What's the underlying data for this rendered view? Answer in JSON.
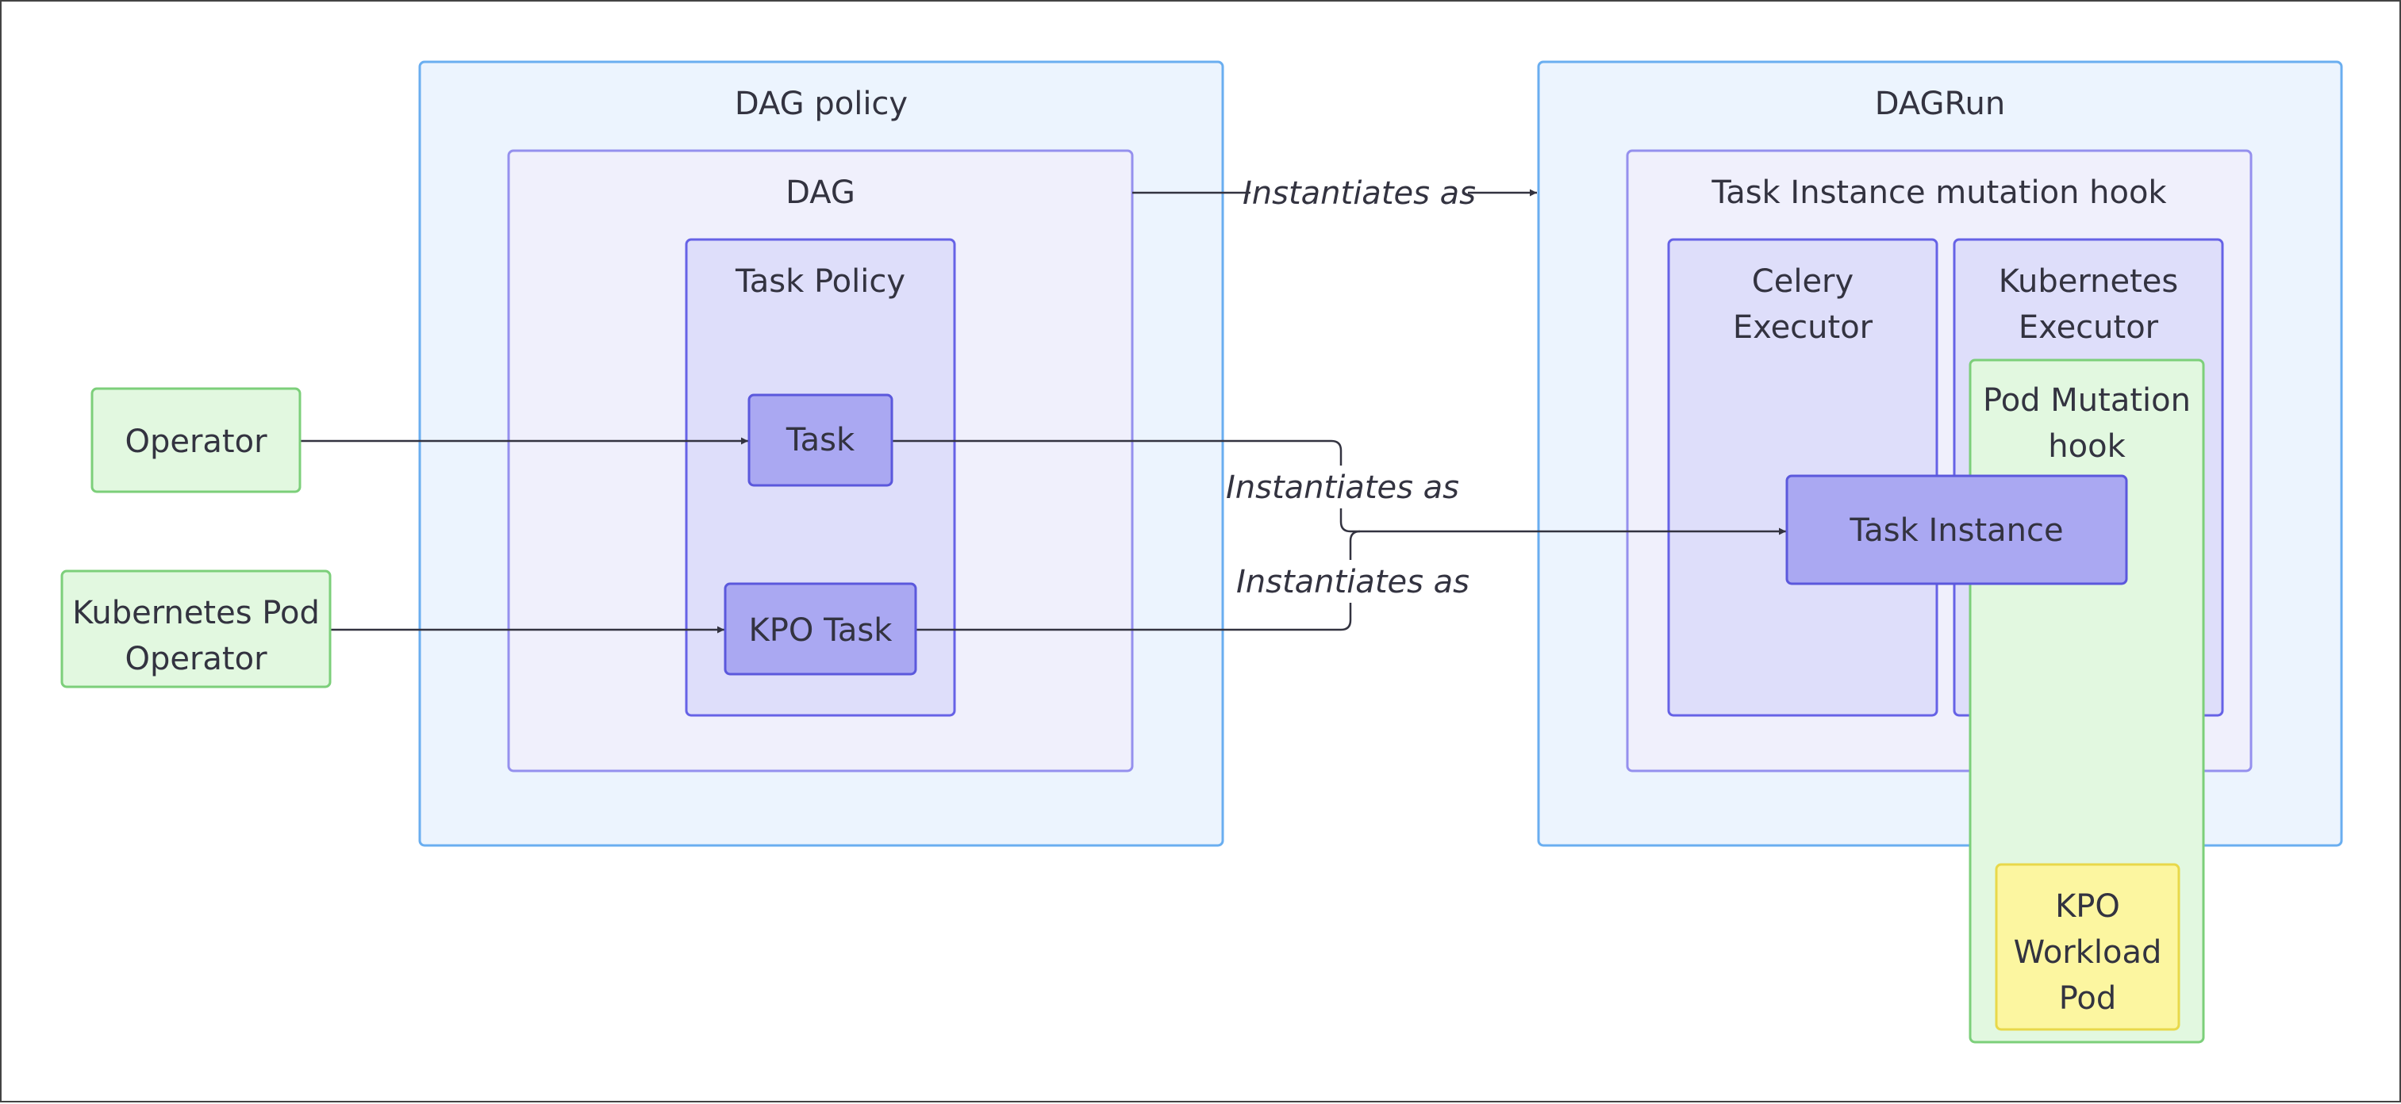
{
  "diagram": {
    "groups": {
      "dag_policy": "DAG policy",
      "dag": "DAG",
      "task_policy": "Task Policy",
      "dagrun": "DAGRun",
      "ti_mutation_hook": "Task Instance mutation hook",
      "celery_executor": [
        "Celery",
        "Executor"
      ],
      "kubernetes_executor": [
        "Kubernetes",
        "Executor"
      ],
      "pod_mutation_hook": [
        "Pod Mutation",
        "hook"
      ]
    },
    "nodes": {
      "operator": "Operator",
      "kpo_operator": [
        "Kubernetes Pod",
        "Operator"
      ],
      "task": "Task",
      "kpo_task": "KPO Task",
      "task_instance": "Task Instance",
      "kpo_workload_pod": [
        "KPO",
        "Workload",
        "Pod"
      ]
    },
    "edge_labels": {
      "dag_to_dagrun": "Instantiates as",
      "task_to_ti": "Instantiates as",
      "kpo_to_ti": "Instantiates as"
    },
    "colors": {
      "outer_fill": "#ecf4fe",
      "outer_stroke": "#6aaef0",
      "mid_fill": "#f0f0fc",
      "mid_stroke": "#9590ee",
      "inner_fill": "#dedefa",
      "inner_stroke": "#6662e6",
      "node_fill": "#aaa8f2",
      "node_stroke": "#5b58dc",
      "green_fill": "#e2f8e0",
      "green_stroke": "#7ccf7a",
      "yellow_fill": "#fcf6a0",
      "yellow_stroke": "#e8d84a",
      "edge": "#333340"
    }
  }
}
